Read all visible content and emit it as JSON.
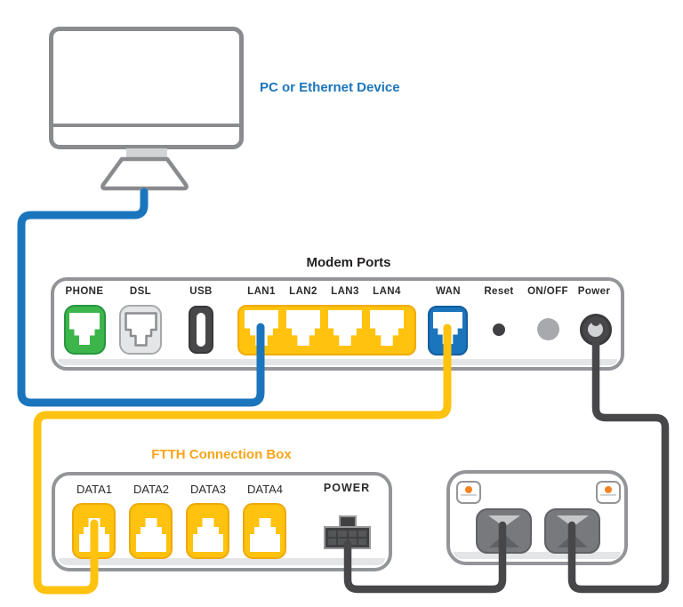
{
  "pc": {
    "label": "PC or Ethernet Device"
  },
  "modem": {
    "title": "Modem Ports",
    "ports": {
      "phone": "PHONE",
      "dsl": "DSL",
      "usb": "USB",
      "lan": [
        "LAN1",
        "LAN2",
        "LAN3",
        "LAN4"
      ],
      "wan": "WAN",
      "reset": "Reset",
      "onoff": "ON/OFF",
      "power": "Power"
    }
  },
  "ftth": {
    "title": "FTTH Connection Box",
    "data_ports": [
      "DATA1",
      "DATA2",
      "DATA3",
      "DATA4"
    ],
    "power_label": "POWER"
  },
  "colors": {
    "cable_blue": "#1b75bc",
    "cable_yellow": "#ffc20e",
    "cable_dark": "#47474a",
    "phone_green": "#3cb54a",
    "wan_blue": "#1b75bc",
    "port_yellow": "#ffc20e",
    "title_orange": "#f9a51b",
    "indicator_orange": "#f58220",
    "outline_gray": "#939598"
  }
}
